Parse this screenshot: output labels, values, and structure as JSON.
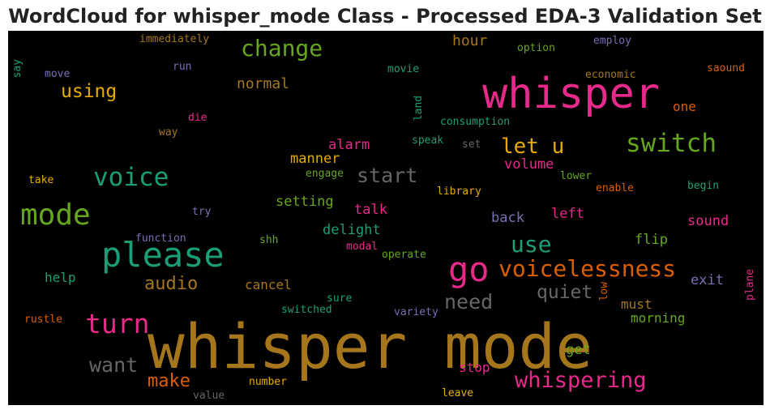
{
  "chart_data": {
    "type": "wordcloud",
    "title": "WordCloud for whisper_mode Class - Processed EDA-3 Validation Set",
    "background": "#000000",
    "colormap": "Dark2",
    "words": [
      {
        "text": "whisper mode",
        "color": "#a6761d"
      },
      {
        "text": "whisper",
        "color": "#e7298a"
      },
      {
        "text": "please",
        "color": "#1b9e77"
      },
      {
        "text": "go",
        "color": "#e7298a"
      },
      {
        "text": "mode",
        "color": "#66a61e"
      },
      {
        "text": "voice",
        "color": "#1b9e77"
      },
      {
        "text": "switch",
        "color": "#66a61e"
      },
      {
        "text": "voicelessness",
        "color": "#d95f02"
      },
      {
        "text": "change",
        "color": "#66a61e"
      },
      {
        "text": "turn",
        "color": "#e7298a"
      },
      {
        "text": "whispering",
        "color": "#e7298a"
      },
      {
        "text": "let u",
        "color": "#e6ab02"
      },
      {
        "text": "use",
        "color": "#1b9e77"
      },
      {
        "text": "start",
        "color": "#666666"
      },
      {
        "text": "need",
        "color": "#666666"
      },
      {
        "text": "want",
        "color": "#666666"
      },
      {
        "text": "quiet",
        "color": "#666666"
      },
      {
        "text": "using",
        "color": "#e6ab02"
      },
      {
        "text": "audio",
        "color": "#a6761d"
      },
      {
        "text": "make",
        "color": "#d95f02"
      },
      {
        "text": "normal",
        "color": "#a6761d"
      },
      {
        "text": "hour",
        "color": "#a6761d"
      },
      {
        "text": "alarm",
        "color": "#e7298a"
      },
      {
        "text": "manner",
        "color": "#e6ab02"
      },
      {
        "text": "volume",
        "color": "#e7298a"
      },
      {
        "text": "setting",
        "color": "#66a61e"
      },
      {
        "text": "talk",
        "color": "#e7298a"
      },
      {
        "text": "delight",
        "color": "#1b9e77"
      },
      {
        "text": "back",
        "color": "#7570b3"
      },
      {
        "text": "left",
        "color": "#e7298a"
      },
      {
        "text": "sound",
        "color": "#e7298a"
      },
      {
        "text": "flip",
        "color": "#66a61e"
      },
      {
        "text": "exit",
        "color": "#7570b3"
      },
      {
        "text": "must",
        "color": "#a6761d"
      },
      {
        "text": "morning",
        "color": "#66a61e"
      },
      {
        "text": "get",
        "color": "#66a61e"
      },
      {
        "text": "stop",
        "color": "#e7298a"
      },
      {
        "text": "cancel",
        "color": "#a6761d"
      },
      {
        "text": "help",
        "color": "#1b9e77"
      },
      {
        "text": "one",
        "color": "#d95f02"
      },
      {
        "text": "immediately",
        "color": "#a6761d"
      },
      {
        "text": "employ",
        "color": "#7570b3"
      },
      {
        "text": "option",
        "color": "#66a61e"
      },
      {
        "text": "say",
        "color": "#1b9e77"
      },
      {
        "text": "move",
        "color": "#7570b3"
      },
      {
        "text": "run",
        "color": "#7570b3"
      },
      {
        "text": "movie",
        "color": "#1b9e77"
      },
      {
        "text": "economic",
        "color": "#a6761d"
      },
      {
        "text": "saound",
        "color": "#d95f02"
      },
      {
        "text": "land",
        "color": "#1b9e77"
      },
      {
        "text": "die",
        "color": "#e7298a"
      },
      {
        "text": "consumption",
        "color": "#1b9e77"
      },
      {
        "text": "way",
        "color": "#a6761d"
      },
      {
        "text": "speak",
        "color": "#1b9e77"
      },
      {
        "text": "set",
        "color": "#666666"
      },
      {
        "text": "engage",
        "color": "#66a61e"
      },
      {
        "text": "lower",
        "color": "#66a61e"
      },
      {
        "text": "take",
        "color": "#e6ab02"
      },
      {
        "text": "library",
        "color": "#e6ab02"
      },
      {
        "text": "enable",
        "color": "#d95f02"
      },
      {
        "text": "begin",
        "color": "#1b9e77"
      },
      {
        "text": "try",
        "color": "#7570b3"
      },
      {
        "text": "function",
        "color": "#7570b3"
      },
      {
        "text": "shh",
        "color": "#66a61e"
      },
      {
        "text": "modal",
        "color": "#e7298a"
      },
      {
        "text": "operate",
        "color": "#66a61e"
      },
      {
        "text": "sure",
        "color": "#1b9e77"
      },
      {
        "text": "low",
        "color": "#d95f02"
      },
      {
        "text": "plane",
        "color": "#e7298a"
      },
      {
        "text": "rustle",
        "color": "#d95f02"
      },
      {
        "text": "switched",
        "color": "#1b9e77"
      },
      {
        "text": "variety",
        "color": "#7570b3"
      },
      {
        "text": "number",
        "color": "#e6ab02"
      },
      {
        "text": "leave",
        "color": "#e6ab02"
      },
      {
        "text": "value",
        "color": "#666666"
      }
    ]
  }
}
